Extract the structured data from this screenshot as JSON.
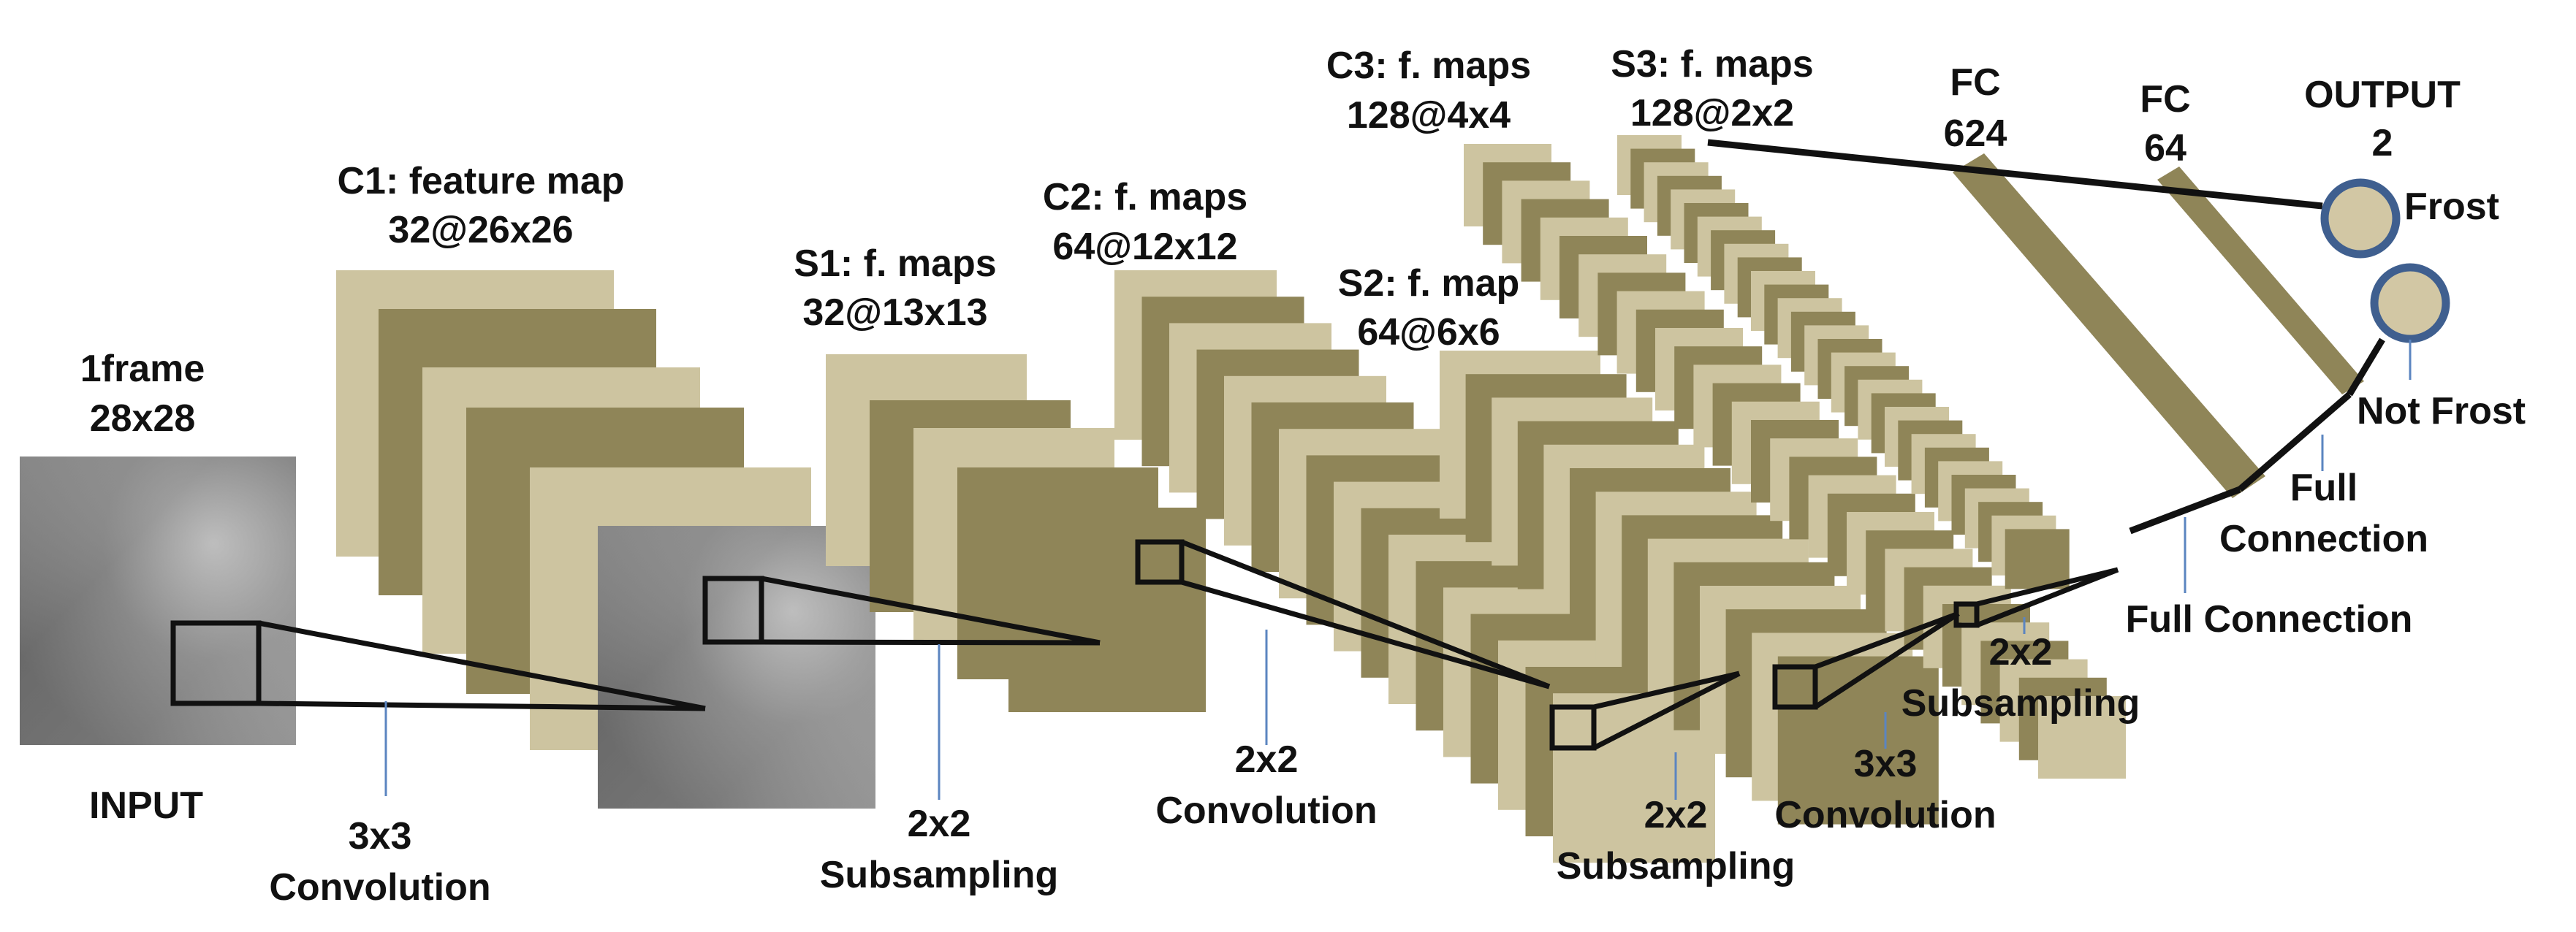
{
  "labels": {
    "input_title": "1frame",
    "input_size": "28x28",
    "input_caption": "INPUT",
    "c1_title": "C1: feature map",
    "c1_size": "32@26x26",
    "s1_title": "S1: f. maps",
    "s1_size": "32@13x13",
    "c2_title": "C2: f. maps",
    "c2_size": "64@12x12",
    "s2_title": "S2: f. map",
    "s2_size": "64@6x6",
    "c3_title": "C3: f. maps",
    "c3_size": "128@4x4",
    "s3_title": "S3: f. maps",
    "s3_size": "128@2x2",
    "fc1_title": "FC",
    "fc1_size": "624",
    "fc2_title": "FC",
    "fc2_size": "64",
    "output_title": "OUTPUT",
    "output_size": "2",
    "out_frost": "Frost",
    "out_not_frost": "Not Frost"
  },
  "operations": {
    "op1_a": "3x3",
    "op1_b": "Convolution",
    "op2_a": "2x2",
    "op2_b": "Subsampling",
    "op3_a": "2x2",
    "op3_b": "Convolution",
    "op4_a": "2x2",
    "op4_b": "Subsampling",
    "op5_a": "3x3",
    "op5_b": "Convolution",
    "op6_a": "2x2",
    "op6_b": "Subsampling",
    "op7_a": "Full",
    "op7_b": "Connection",
    "op8": "Full Connection"
  },
  "colors": {
    "light_map": "#cdc4a0",
    "dark_map": "#8f8558",
    "fc_bar": "#8f8558",
    "output_fill": "#d2c7a4",
    "output_ring": "#3f5f8f",
    "pointer_line": "#5b85c0",
    "outline": "#111111"
  }
}
